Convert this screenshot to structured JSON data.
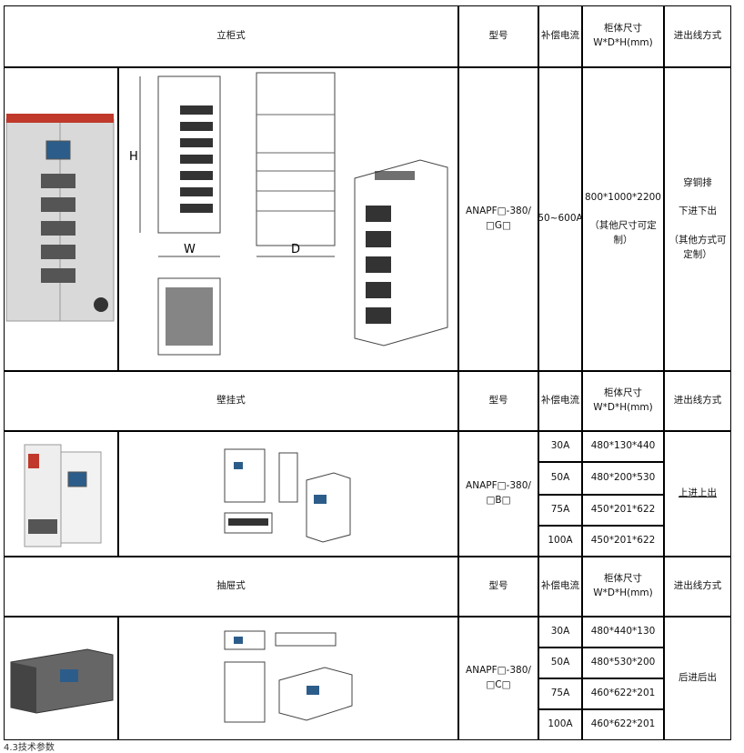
{
  "sections": [
    {
      "title": "立柜式",
      "model_header": "型号",
      "current_header": "补偿电流",
      "size_header": "柜体尺寸\nW*D*H(mm)",
      "wiring_header": "进出线方式",
      "model": "ANAPF□-380/\n□G□",
      "rows": [
        {
          "current": "50~600A",
          "size": "800*1000*2200\n\n（其他尺寸可定\n制）"
        }
      ],
      "wiring": "穿铜排\n\n下进下出\n\n（其他方式可\n定制）",
      "drawing_labels": {
        "h": "H",
        "w": "W",
        "d": "D"
      }
    },
    {
      "title": "壁挂式",
      "model_header": "型号",
      "current_header": "补偿电流",
      "size_header": "柜体尺寸\nW*D*H(mm)",
      "wiring_header": "进出线方式",
      "model": "ANAPF□-380/\n□B□",
      "rows": [
        {
          "current": "30A",
          "size": "480*130*440"
        },
        {
          "current": "50A",
          "size": "480*200*530"
        },
        {
          "current": "75A",
          "size": "450*201*622"
        },
        {
          "current": "100A",
          "size": "450*201*622"
        }
      ],
      "wiring": "上进上出"
    },
    {
      "title": "抽屉式",
      "model_header": "型号",
      "current_header": "补偿电流",
      "size_header": "柜体尺寸\nW*D*H(mm)",
      "wiring_header": "进出线方式",
      "model": "ANAPF□-380/\n□C□",
      "rows": [
        {
          "current": "30A",
          "size": "480*440*130"
        },
        {
          "current": "50A",
          "size": "480*530*200"
        },
        {
          "current": "75A",
          "size": "460*622*201"
        },
        {
          "current": "100A",
          "size": "460*622*201"
        }
      ],
      "wiring": "后进后出"
    }
  ],
  "footer": "4.3技术参数",
  "colors": {
    "border": "#000000",
    "cabinet": "#d9d9d9",
    "brand_red": "#c0392b",
    "screen": "#2c5d8a"
  }
}
